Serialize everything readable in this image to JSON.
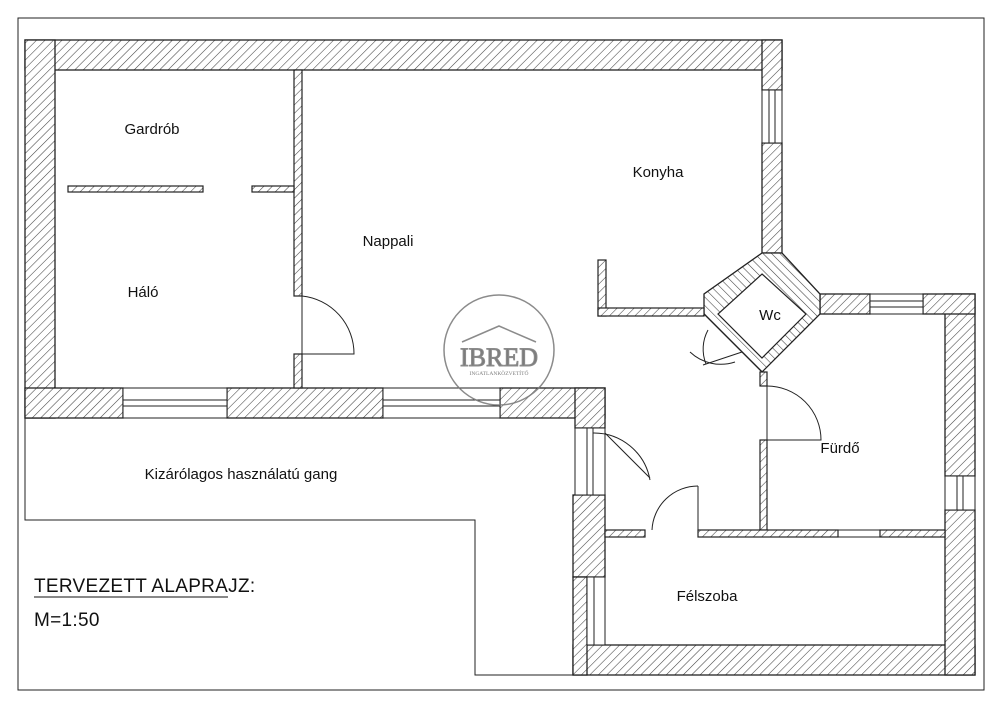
{
  "plan": {
    "rooms": {
      "gardrob": "Gardrób",
      "halo": "Háló",
      "nappali": "Nappali",
      "konyha": "Konyha",
      "wc": "Wc",
      "furdo": "Fürdő",
      "gang": "Kizárólagos használatú gang",
      "felszoba": "Félszoba"
    },
    "title": "TERVEZETT ALAPRAJZ:",
    "scale": "M=1:50"
  },
  "watermark": {
    "logo": "IBRED",
    "tagline": "INGATLANKÖZVETÍTŐ"
  },
  "colors": {
    "wall_stroke": "#222222",
    "hatch": "#444444",
    "background": "#ffffff",
    "watermark": "#777777"
  }
}
